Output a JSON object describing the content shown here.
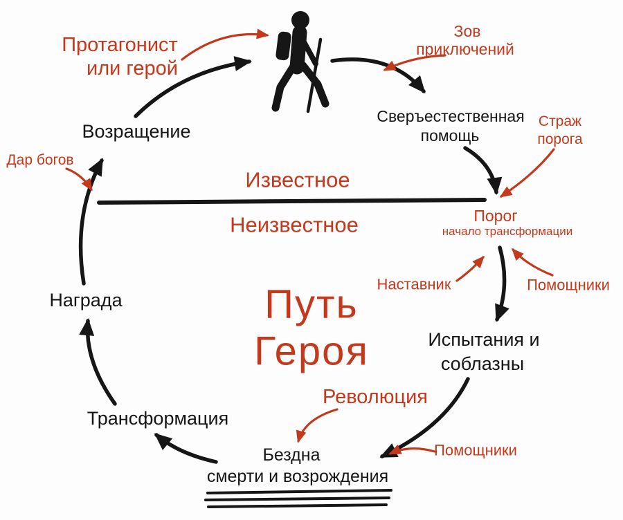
{
  "colors": {
    "accent": "#c4391b",
    "ink": "#161616",
    "background": "#fdfdfd"
  },
  "title": {
    "line1": "Путь",
    "line2": "Героя"
  },
  "zones": {
    "known": "Известное",
    "unknown": "Неизвестное"
  },
  "stages": {
    "return": "Возращение",
    "supernatural_help": {
      "line1": "Сверъестественная",
      "line2": "помощь"
    },
    "threshold": {
      "label": "Порог",
      "sublabel": "начало трансформации"
    },
    "trials": {
      "line1": "Испытания и",
      "line2": "соблазны"
    },
    "abyss": {
      "line1": "Бездна",
      "line2": "смерти и возрождения"
    },
    "transformation": "Трансформация",
    "reward": "Награда"
  },
  "annotations": {
    "protagonist": {
      "line1": "Протагонист",
      "line2": "или герой"
    },
    "call_to_adventure": {
      "line1": "Зов",
      "line2": "приключений"
    },
    "threshold_guardian": {
      "line1": "Страж",
      "line2": "порога"
    },
    "gift_of_gods": "Дар богов",
    "mentor": "Наставник",
    "helpers_right": "Помощники",
    "revolution": "Революция",
    "helpers_bottom": "Помощники"
  },
  "icons": {
    "hero": "hiker-icon"
  }
}
